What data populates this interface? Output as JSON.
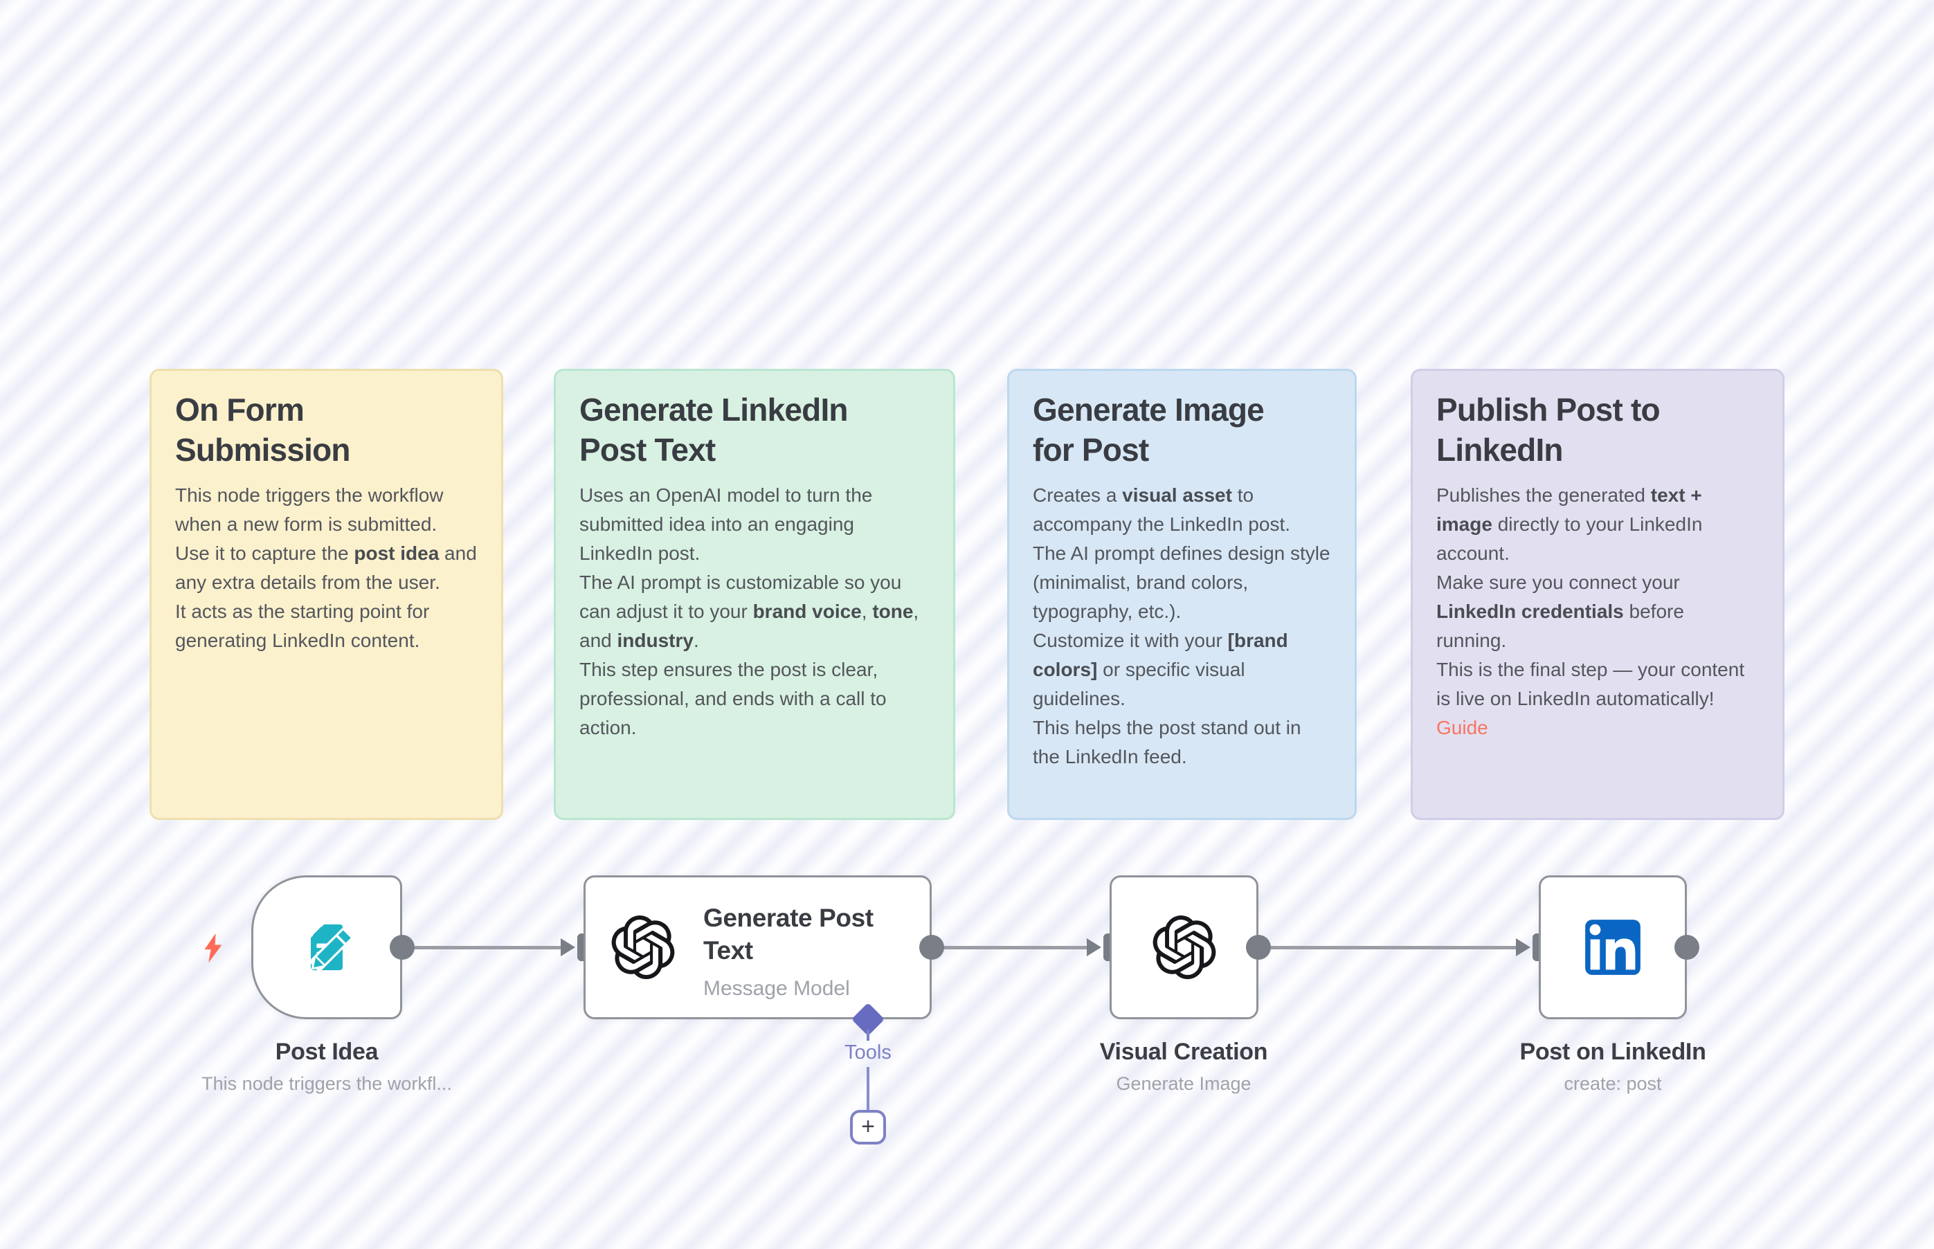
{
  "canvas": {
    "stripe_color_light": "#fdfdff",
    "stripe_color_dark": "#ebedf8"
  },
  "colors": {
    "node_border": "#8f939a",
    "connection": "#9a9da3",
    "port": "#7a7e86",
    "accent_trigger_bolt": "#ff6b57",
    "form_icon_teal": "#1fb4c5",
    "linkedin_blue": "#0a66c2",
    "openai_black": "#16171b",
    "tools_purple": "#7d81c6",
    "diamond_purple": "#676cc0",
    "link_salmon": "#f87465"
  },
  "sticky_notes": [
    {
      "name": "on-form-submission",
      "bg": "#fcf1cd",
      "border": "#eedfae",
      "title": "On Form Submission",
      "body": [
        [
          {
            "t": "This node triggers the workflow when a new form is submitted."
          }
        ],
        [
          {
            "t": "Use it to capture the "
          },
          {
            "t": "post idea",
            "b": true
          },
          {
            "t": " and any extra details from the user."
          }
        ],
        [
          {
            "t": "It acts as the starting point for generating LinkedIn content."
          }
        ]
      ]
    },
    {
      "name": "generate-linkedin-post-text",
      "bg": "#d8f1e2",
      "border": "#b9e6cf",
      "title": "Generate LinkedIn Post Text",
      "body": [
        [
          {
            "t": "Uses an OpenAI model to turn the submitted idea into an engaging LinkedIn post."
          }
        ],
        [
          {
            "t": "The AI prompt is customizable so you can adjust it to your "
          },
          {
            "t": "brand voice",
            "b": true
          },
          {
            "t": ", "
          },
          {
            "t": "tone",
            "b": true
          },
          {
            "t": ", and "
          },
          {
            "t": "industry",
            "b": true
          },
          {
            "t": "."
          }
        ],
        [
          {
            "t": "This step ensures the post is clear, professional, and ends with a call to action."
          }
        ]
      ]
    },
    {
      "name": "generate-image-for-post",
      "bg": "#d7e7f5",
      "border": "#bdd8ef",
      "title": "Generate Image for Post",
      "body": [
        [
          {
            "t": "Creates a "
          },
          {
            "t": "visual asset",
            "b": true
          },
          {
            "t": " to accompany the LinkedIn post."
          }
        ],
        [
          {
            "t": "The AI prompt defines design style (minimalist, brand colors, typography, etc.)."
          }
        ],
        [
          {
            "t": "Customize it with your "
          },
          {
            "t": "[brand colors]",
            "b": true
          },
          {
            "t": " or specific visual guidelines."
          }
        ],
        [
          {
            "t": "This helps the post stand out in the LinkedIn feed."
          }
        ]
      ]
    },
    {
      "name": "publish-post-to-linkedin",
      "bg": "#e2e0f0",
      "border": "#d0cde7",
      "title": "Publish Post to LinkedIn",
      "body": [
        [
          {
            "t": "Publishes the generated "
          },
          {
            "t": "text + image",
            "b": true
          },
          {
            "t": " directly to your LinkedIn account."
          }
        ],
        [
          {
            "t": "Make sure you connect your "
          },
          {
            "t": "LinkedIn credentials",
            "b": true
          },
          {
            "t": " before running."
          }
        ],
        [
          {
            "t": "This is the final step — your content is live on LinkedIn automatically!"
          }
        ],
        [
          {
            "t": "Guide",
            "link": true
          }
        ]
      ]
    }
  ],
  "nodes": [
    {
      "caption": "Post Idea",
      "subtitle": "This node triggers the workfl...",
      "icon": "form-pencil-icon",
      "trigger": true
    },
    {
      "title": "Generate Post Text",
      "subtitle": "Message Model",
      "icon": "openai-logo-icon",
      "connector": {
        "label": "Tools",
        "add_button": "+"
      }
    },
    {
      "caption": "Visual Creation",
      "subtitle": "Generate Image",
      "icon": "openai-logo-icon"
    },
    {
      "caption": "Post on LinkedIn",
      "subtitle": "create: post",
      "icon": "linkedin-icon"
    }
  ]
}
